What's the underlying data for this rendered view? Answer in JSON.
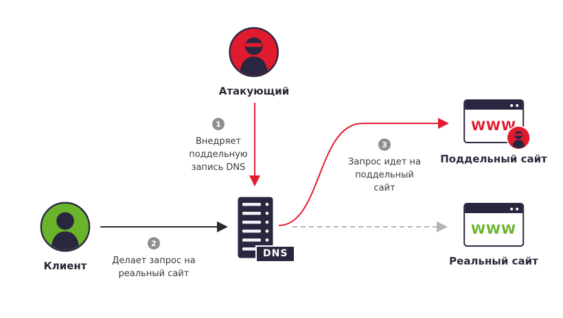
{
  "colors": {
    "attack_red": "#e11b2e",
    "safe_green": "#6ab42c",
    "dark_navy": "#2a2640",
    "badge_gray": "#8f8f8f",
    "dashed_gray": "#b3b3b3"
  },
  "nodes": {
    "attacker": {
      "label": "Атакующий"
    },
    "client": {
      "label": "Клиент"
    },
    "dns": {
      "label": "DNS"
    },
    "fake_site": {
      "label": "Поддельный сайт",
      "www": "WWW"
    },
    "real_site": {
      "label": "Реальный сайт",
      "www": "WWW"
    }
  },
  "steps": [
    {
      "number": "1",
      "text": "Внедряет поддельную запись DNS"
    },
    {
      "number": "2",
      "text": "Делает запрос на реальный сайт"
    },
    {
      "number": "3",
      "text": "Запрос идет на поддельный сайт"
    }
  ]
}
